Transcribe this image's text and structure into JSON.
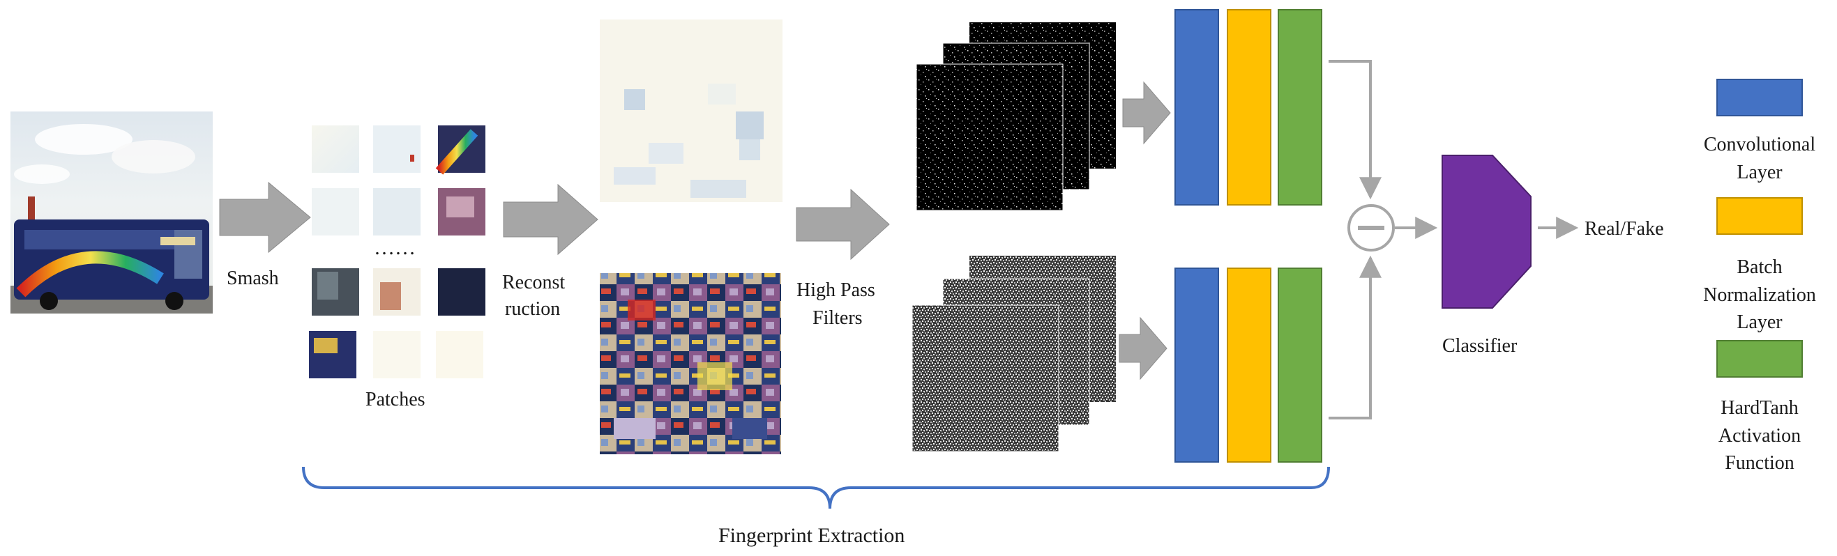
{
  "labels": {
    "smash": "Smash",
    "patches": "Patches",
    "ellipsis": "……",
    "reconstruction_line1": "Reconst",
    "reconstruction_line2": "ruction",
    "high_pass_line1": "High Pass",
    "high_pass_line2": "Filters",
    "classifier": "Classifier",
    "output": "Real/Fake",
    "fingerprint_extraction": "Fingerprint Extraction"
  },
  "legend": [
    {
      "color": "#4472C4",
      "lines": [
        "Convolutional",
        "Layer"
      ]
    },
    {
      "color": "#FFC000",
      "lines": [
        "Batch",
        "Normalization",
        "Layer"
      ]
    },
    {
      "color": "#70AD47",
      "lines": [
        "HardTanh",
        "Activation",
        "Function"
      ]
    }
  ],
  "colors": {
    "conv": "#4472C4",
    "batchnorm": "#FFC000",
    "hardtanh": "#70AD47",
    "classifier": "#7030A0",
    "arrow": "#A6A6A6",
    "brace": "#4472C4"
  },
  "icons": {
    "subtract": "minus-circle-icon"
  }
}
